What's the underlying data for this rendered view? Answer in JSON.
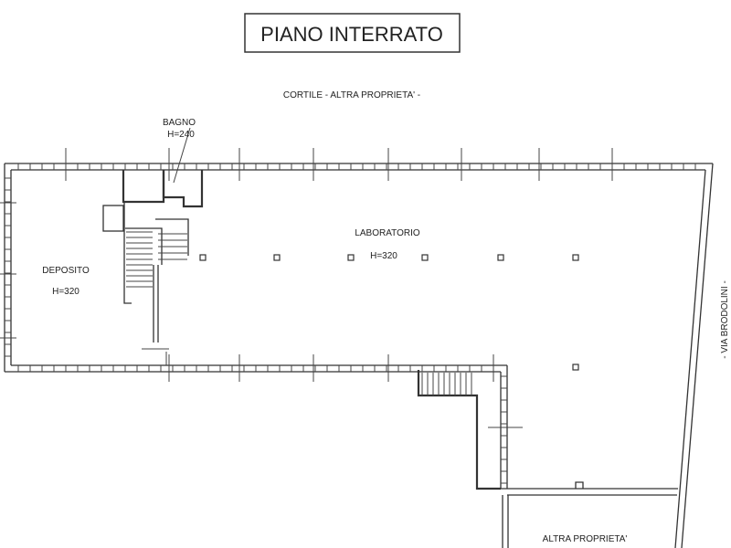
{
  "title": "PIANO INTERRATO",
  "labels": {
    "north": "CORTILE - ALTRA PROPRIETA' -",
    "east": "- VIA BRODOLINI -",
    "south_east": "ALTRA PROPRIETA'"
  },
  "rooms": [
    {
      "name": "BAGNO",
      "height": "H=240"
    },
    {
      "name": "DEPOSITO",
      "height": "H=320"
    },
    {
      "name": "LABORATORIO",
      "height": "H=320"
    }
  ]
}
